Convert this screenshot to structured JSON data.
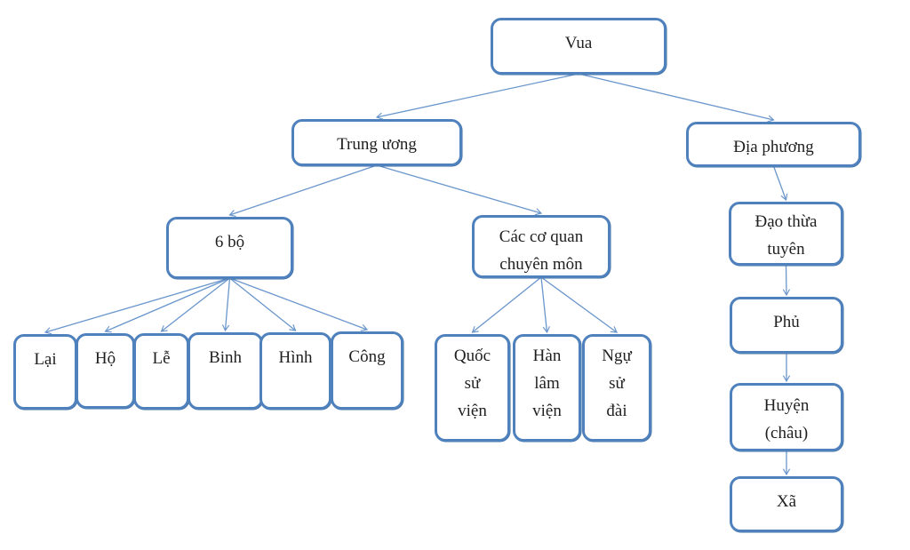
{
  "diagram": {
    "type": "org-chart",
    "nodes": {
      "vua": {
        "label": "Vua"
      },
      "trung_uong": {
        "label": "Trung ương"
      },
      "dia_phuong": {
        "label": "Địa phương"
      },
      "sau_bo": {
        "label": "6 bộ"
      },
      "co_quan": {
        "label": "Các cơ quan\nchuyên môn"
      },
      "lai": {
        "label": "Lại"
      },
      "ho": {
        "label": "Hộ"
      },
      "le": {
        "label": "Lễ"
      },
      "binh": {
        "label": "Binh"
      },
      "hinh": {
        "label": "Hình"
      },
      "cong": {
        "label": "Công"
      },
      "quoc_su_vien": {
        "label": "Quốc\nsử\nviện"
      },
      "han_lam_vien": {
        "label": "Hàn\nlâm\nviện"
      },
      "ngu_su_dai": {
        "label": "Ngự\nsử\nđài"
      },
      "dao_thua_tuyen": {
        "label": "Đạo thừa\ntuyên"
      },
      "phu": {
        "label": "Phủ"
      },
      "huyen_chau": {
        "label": "Huyện\n(châu)"
      },
      "xa": {
        "label": "Xã"
      }
    },
    "edges": [
      {
        "from": "vua",
        "to": "trung_uong"
      },
      {
        "from": "vua",
        "to": "dia_phuong"
      },
      {
        "from": "trung_uong",
        "to": "sau_bo"
      },
      {
        "from": "trung_uong",
        "to": "co_quan"
      },
      {
        "from": "sau_bo",
        "to": "lai"
      },
      {
        "from": "sau_bo",
        "to": "ho"
      },
      {
        "from": "sau_bo",
        "to": "le"
      },
      {
        "from": "sau_bo",
        "to": "binh"
      },
      {
        "from": "sau_bo",
        "to": "hinh"
      },
      {
        "from": "sau_bo",
        "to": "cong"
      },
      {
        "from": "co_quan",
        "to": "quoc_su_vien"
      },
      {
        "from": "co_quan",
        "to": "han_lam_vien"
      },
      {
        "from": "co_quan",
        "to": "ngu_su_dai"
      },
      {
        "from": "dia_phuong",
        "to": "dao_thua_tuyen"
      },
      {
        "from": "dao_thua_tuyen",
        "to": "phu"
      },
      {
        "from": "phu",
        "to": "huyen_chau"
      },
      {
        "from": "huyen_chau",
        "to": "xa"
      }
    ]
  },
  "colors": {
    "box_border": "#4f81bd",
    "arrow": "#6a96cc",
    "text": "#1f1f1f",
    "background": "#ffffff"
  }
}
